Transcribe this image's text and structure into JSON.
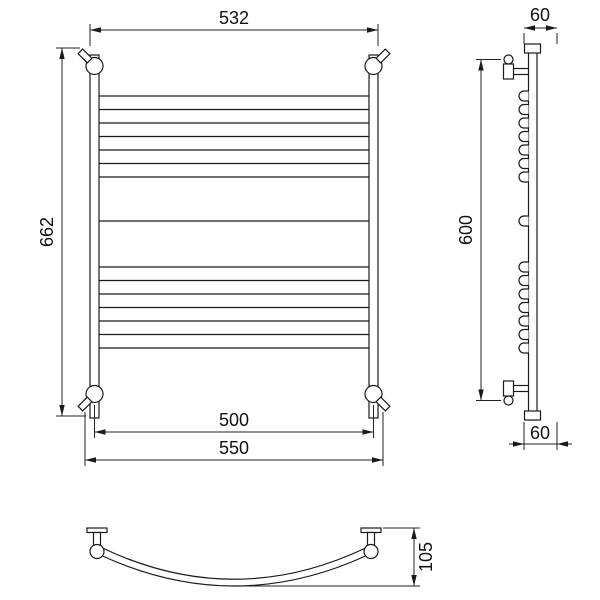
{
  "drawing": {
    "line_color": "#1a1a1a",
    "front_view": {
      "width_label": "532",
      "height_label": "662",
      "inner_width_label": "500",
      "outer_width_label": "550",
      "rungs": {
        "top_group": 7,
        "middle": 1,
        "bottom_group": 7
      }
    },
    "side_view": {
      "top_depth_label": "60",
      "height_label": "600",
      "bottom_depth_label": "60"
    },
    "bottom_view": {
      "depth_label": "105"
    }
  }
}
